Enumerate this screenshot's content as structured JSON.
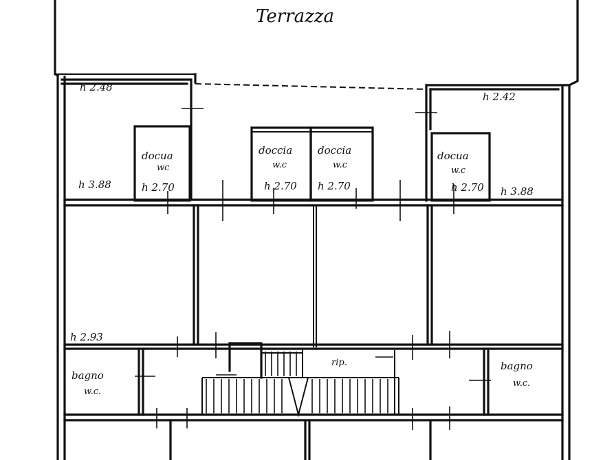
{
  "plan": {
    "terrace_label": "Terrazza",
    "heights": {
      "top_left": "h 2.48",
      "top_right": "h 2.42",
      "left_mid": "h 3.88",
      "right_mid": "h 3.88",
      "left_lower": "h 2.93"
    },
    "wc_cells": [
      {
        "line1": "docua",
        "line2": "wc",
        "height": "h 2.70"
      },
      {
        "line1": "doccia",
        "line2": "w.c",
        "height": "h 2.70"
      },
      {
        "line1": "doccia",
        "line2": "w.c",
        "height": "h 2.70"
      },
      {
        "line1": "docua",
        "line2": "w.c",
        "height": "h 2.70"
      }
    ],
    "bathroom_left": {
      "line1": "bagno",
      "line2": "w.c."
    },
    "bathroom_right": {
      "line1": "bagno",
      "line2": "w.c."
    },
    "landing_label": "rip."
  }
}
